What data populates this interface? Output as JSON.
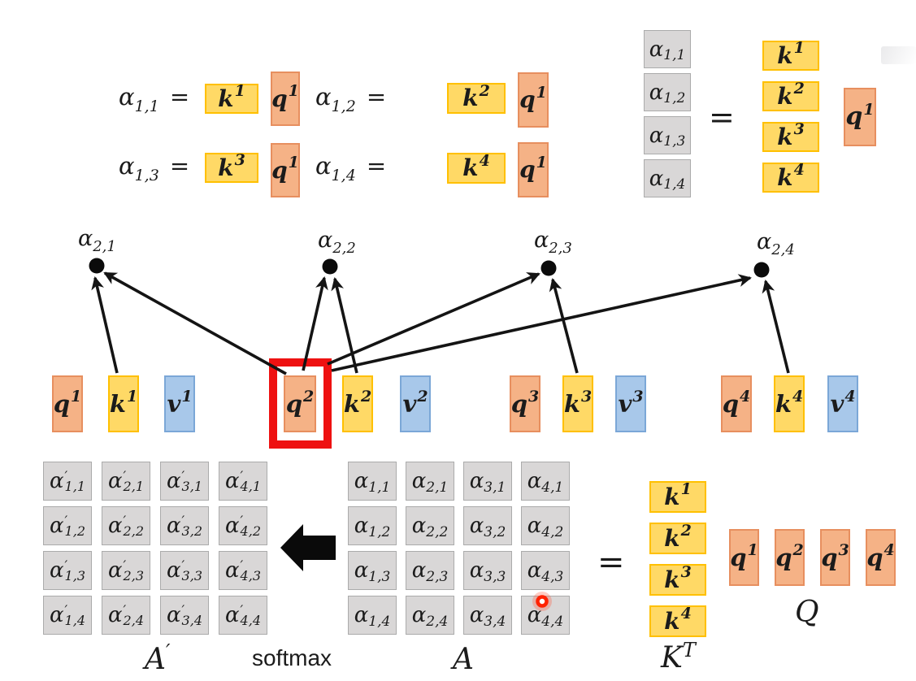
{
  "colors": {
    "qfill": "#F5B286",
    "qborder": "#E78F5F",
    "kfill": "#FFD966",
    "kborder": "#FFC000",
    "vfill": "#A8C8EA",
    "vborder": "#7BA7D7",
    "grayfill": "#D9D7D7",
    "grayborder": "#ABABAB",
    "red": "#EE1111",
    "laser": "#FF2202",
    "ink": "#141414"
  },
  "equations": [
    {
      "alpha": "α",
      "sub": "1,1",
      "eq": "=",
      "k": "k",
      "ksup": "1",
      "q": "q",
      "qsup": "1"
    },
    {
      "alpha": "α",
      "sub": "1,2",
      "eq": "=",
      "k": "k",
      "ksup": "2",
      "q": "q",
      "qsup": "1"
    },
    {
      "alpha": "α",
      "sub": "1,3",
      "eq": "=",
      "k": "k",
      "ksup": "3",
      "q": "q",
      "qsup": "1"
    },
    {
      "alpha": "α",
      "sub": "1,4",
      "eq": "=",
      "k": "k",
      "ksup": "4",
      "q": "q",
      "qsup": "1"
    }
  ],
  "alpha_column": {
    "equals": "=",
    "cells": [
      {
        "base": "α",
        "sub": "1,1"
      },
      {
        "base": "α",
        "sub": "1,2"
      },
      {
        "base": "α",
        "sub": "1,3"
      },
      {
        "base": "α",
        "sub": "1,4"
      }
    ],
    "k_boxes": [
      {
        "base": "k",
        "sup": "1"
      },
      {
        "base": "k",
        "sup": "2"
      },
      {
        "base": "k",
        "sup": "3"
      },
      {
        "base": "k",
        "sup": "4"
      }
    ],
    "q_box": {
      "base": "q",
      "sup": "1"
    }
  },
  "graph": {
    "nodes": [
      {
        "base": "α",
        "sub": "2,1"
      },
      {
        "base": "α",
        "sub": "2,2"
      },
      {
        "base": "α",
        "sub": "2,3"
      },
      {
        "base": "α",
        "sub": "2,4"
      }
    ],
    "vectors": [
      {
        "base": "q",
        "sup": "1"
      },
      {
        "base": "k",
        "sup": "1"
      },
      {
        "base": "v",
        "sup": "1"
      },
      {
        "base": "q",
        "sup": "2"
      },
      {
        "base": "k",
        "sup": "2"
      },
      {
        "base": "v",
        "sup": "2"
      },
      {
        "base": "q",
        "sup": "3"
      },
      {
        "base": "k",
        "sup": "3"
      },
      {
        "base": "v",
        "sup": "3"
      },
      {
        "base": "q",
        "sup": "4"
      },
      {
        "base": "k",
        "sup": "4"
      },
      {
        "base": "v",
        "sup": "4"
      }
    ]
  },
  "bottom": {
    "softmax": "softmax",
    "equals": "=",
    "a_prime": {
      "label_base": "A",
      "label_prime": "′",
      "cells": [
        {
          "base": "α",
          "prime": "′",
          "sub": "1,1"
        },
        {
          "base": "α",
          "prime": "′",
          "sub": "2,1"
        },
        {
          "base": "α",
          "prime": "′",
          "sub": "3,1"
        },
        {
          "base": "α",
          "prime": "′",
          "sub": "4,1"
        },
        {
          "base": "α",
          "prime": "′",
          "sub": "1,2"
        },
        {
          "base": "α",
          "prime": "′",
          "sub": "2,2"
        },
        {
          "base": "α",
          "prime": "′",
          "sub": "3,2"
        },
        {
          "base": "α",
          "prime": "′",
          "sub": "4,2"
        },
        {
          "base": "α",
          "prime": "′",
          "sub": "1,3"
        },
        {
          "base": "α",
          "prime": "′",
          "sub": "2,3"
        },
        {
          "base": "α",
          "prime": "′",
          "sub": "3,3"
        },
        {
          "base": "α",
          "prime": "′",
          "sub": "4,3"
        },
        {
          "base": "α",
          "prime": "′",
          "sub": "1,4"
        },
        {
          "base": "α",
          "prime": "′",
          "sub": "2,4"
        },
        {
          "base": "α",
          "prime": "′",
          "sub": "3,4"
        },
        {
          "base": "α",
          "prime": "′",
          "sub": "4,4"
        }
      ]
    },
    "a": {
      "label": "A",
      "cells": [
        {
          "base": "α",
          "sub": "1,1"
        },
        {
          "base": "α",
          "sub": "2,1"
        },
        {
          "base": "α",
          "sub": "3,1"
        },
        {
          "base": "α",
          "sub": "4,1"
        },
        {
          "base": "α",
          "sub": "1,2"
        },
        {
          "base": "α",
          "sub": "2,2"
        },
        {
          "base": "α",
          "sub": "3,2"
        },
        {
          "base": "α",
          "sub": "4,2"
        },
        {
          "base": "α",
          "sub": "1,3"
        },
        {
          "base": "α",
          "sub": "2,3"
        },
        {
          "base": "α",
          "sub": "3,3"
        },
        {
          "base": "α",
          "sub": "4,3"
        },
        {
          "base": "α",
          "sub": "1,4"
        },
        {
          "base": "α",
          "sub": "2,4"
        },
        {
          "base": "α",
          "sub": "3,4"
        },
        {
          "base": "α",
          "sub": "4,4"
        }
      ]
    },
    "kt": {
      "label_base": "K",
      "label_sup": "T",
      "boxes": [
        {
          "base": "k",
          "sup": "1"
        },
        {
          "base": "k",
          "sup": "2"
        },
        {
          "base": "k",
          "sup": "3"
        },
        {
          "base": "k",
          "sup": "4"
        }
      ]
    },
    "q": {
      "label": "Q",
      "boxes": [
        {
          "base": "q",
          "sup": "1"
        },
        {
          "base": "q",
          "sup": "2"
        },
        {
          "base": "q",
          "sup": "3"
        },
        {
          "base": "q",
          "sup": "4"
        }
      ]
    }
  }
}
